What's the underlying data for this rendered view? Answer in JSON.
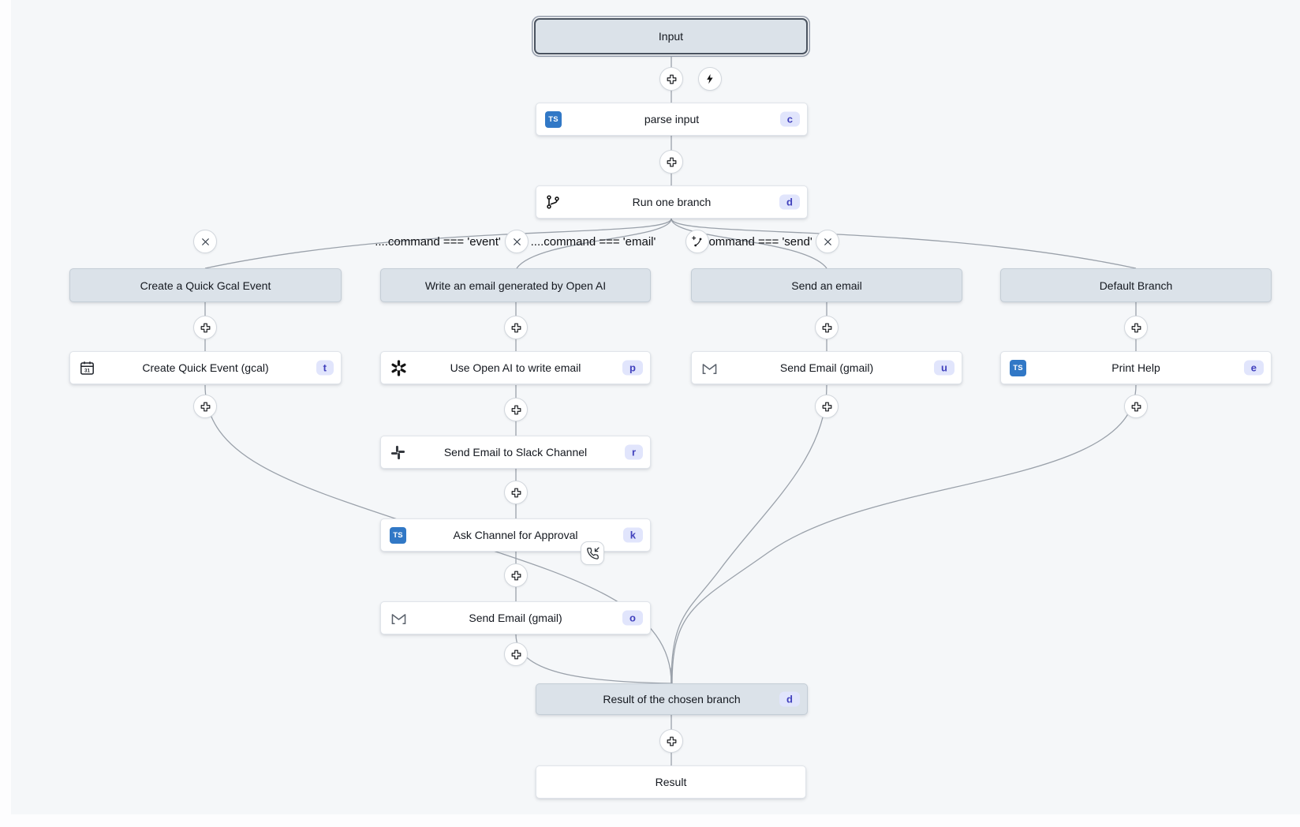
{
  "flow": {
    "input": {
      "label": "Input"
    },
    "modules": {
      "parse_input": {
        "label": "parse input",
        "badge": "c",
        "icon": "typescript-icon"
      },
      "run_one_branch": {
        "label": "Run one branch",
        "badge": "d",
        "icon": "git-branch-icon"
      }
    },
    "branch_conditions": [
      {
        "expr": "....command === 'event'"
      },
      {
        "expr": "....command === 'email'"
      },
      {
        "expr": "....command === 'send'"
      }
    ],
    "branches": [
      {
        "header": "Create a Quick Gcal Event",
        "steps": [
          {
            "label": "Create Quick Event (gcal)",
            "badge": "t",
            "icon": "calendar-icon"
          }
        ]
      },
      {
        "header": "Write an email generated by Open AI",
        "steps": [
          {
            "label": "Use Open AI to write email",
            "badge": "p",
            "icon": "openai-icon"
          },
          {
            "label": "Send Email to Slack Channel",
            "badge": "r",
            "icon": "slack-icon"
          },
          {
            "label": "Ask Channel for Approval",
            "badge": "k",
            "icon": "typescript-icon",
            "suspend": true
          },
          {
            "label": "Send Email (gmail)",
            "badge": "o",
            "icon": "gmail-icon"
          }
        ]
      },
      {
        "header": "Send an email",
        "steps": [
          {
            "label": "Send Email (gmail)",
            "badge": "u",
            "icon": "gmail-icon"
          }
        ]
      },
      {
        "header": "Default Branch",
        "steps": [
          {
            "label": "Print Help",
            "badge": "e",
            "icon": "typescript-icon"
          }
        ]
      }
    ],
    "result_of_branch": {
      "label": "Result of the chosen branch",
      "badge": "d"
    },
    "result": {
      "label": "Result"
    },
    "icons": {
      "typescript_label": "TS",
      "calendar_day": "31"
    },
    "colors": {
      "canvas_bg": "#f5f7f9",
      "virtual_node_bg": "#dbe2e9",
      "node_bg": "#ffffff",
      "edge": "#9aa1aa",
      "badge_bg": "#e1e5fc",
      "badge_text": "#4141bd",
      "typescript_blue": "#3178c6"
    }
  }
}
